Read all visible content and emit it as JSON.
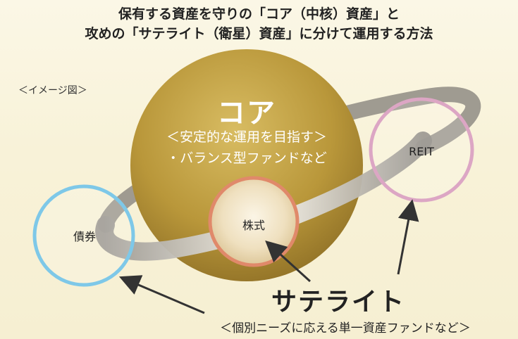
{
  "title": {
    "line1": "保有する資産を守りの「コア（中核）資産」と",
    "line2": "攻めの「サテライト（衛星）資産」に分けて運用する方法"
  },
  "image_label": "＜イメージ図＞",
  "core": {
    "title": "コア",
    "line1": "＜安定的な運用を目指す＞",
    "line2": "・バランス型ファンドなど",
    "color": "#b9973a"
  },
  "satellites": {
    "bond": {
      "label": "債券",
      "color": "#7ec8e8"
    },
    "stock": {
      "label": "株式",
      "color": "#e0896a"
    },
    "reit": {
      "label": "REIT",
      "color": "#dca6c4"
    }
  },
  "satellite_group": {
    "title": "サテライト",
    "subtitle": "＜個別ニーズに応える単一資産ファンドなど＞"
  }
}
